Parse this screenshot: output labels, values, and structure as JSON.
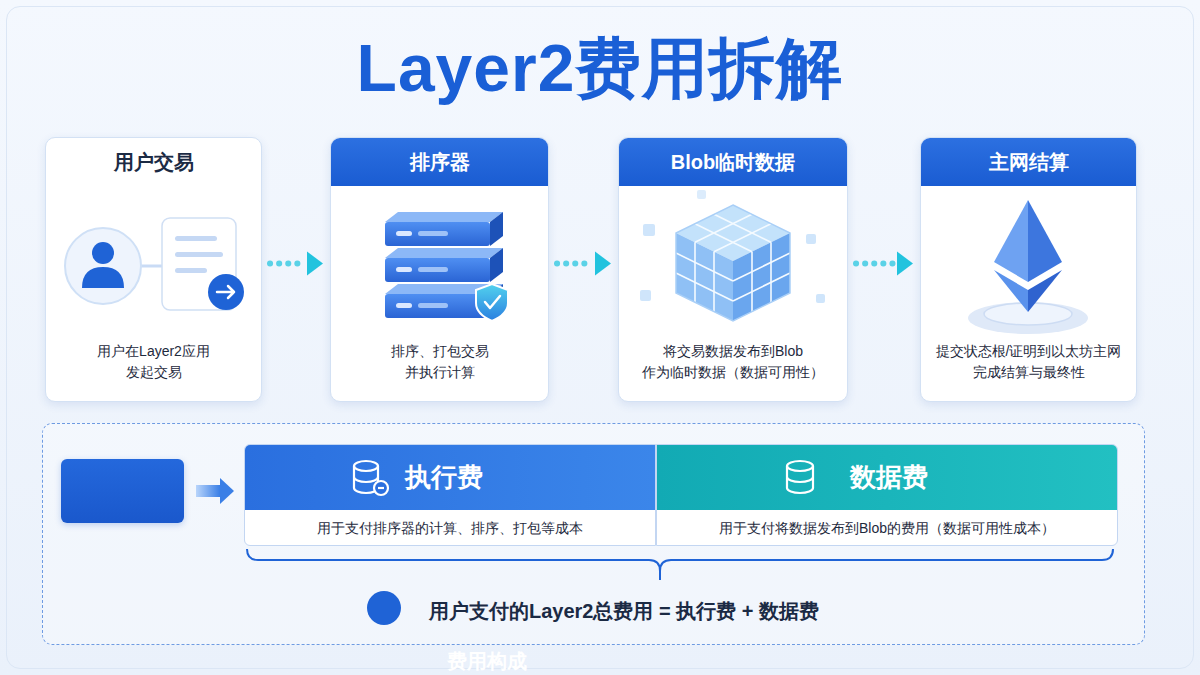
{
  "diagram": {
    "title": "Layer2费用拆解",
    "nodes": [
      {
        "text": [
          "用户交易",
          "用户在Layer2应用 发起交易"
        ]
      },
      {
        "text": [
          "排序器",
          "排序、打包交易 并执行计算"
        ]
      },
      {
        "text": [
          "Blob临时数据",
          "将交易数据发布到Blob 作为临时数据（数据可用性）"
        ]
      },
      {
        "text": [
          "主网结算",
          "提交状态根/证明到以太坊主网 完成结算与最终性"
        ]
      },
      {
        "text": [
          "用户支付的Layer2总费用 = 执行费 + 数据费"
        ]
      },
      {
        "text": [
          "费用构成"
        ],
        "in": 4
      },
      {
        "text": [
          "执行费",
          "用于支付排序器的计算、排序、打包等成本"
        ],
        "in": 4
      },
      {
        "text": [
          "数据费",
          "用于支付将数据发布到Blob的费用（数据可用性成本）"
        ],
        "in": 4
      },
      {
        "text": [
          "¥"
        ],
        "in": 4
      }
    ],
    "edges": [
      {
        "from": 0,
        "to": 1,
        "arrow": "to"
      },
      {
        "from": 1,
        "to": 2,
        "arrow": "to"
      },
      {
        "from": 2,
        "to": 3,
        "arrow": "to"
      },
      {
        "from": 5,
        "to": 6,
        "arrow": "to"
      }
    ]
  }
}
